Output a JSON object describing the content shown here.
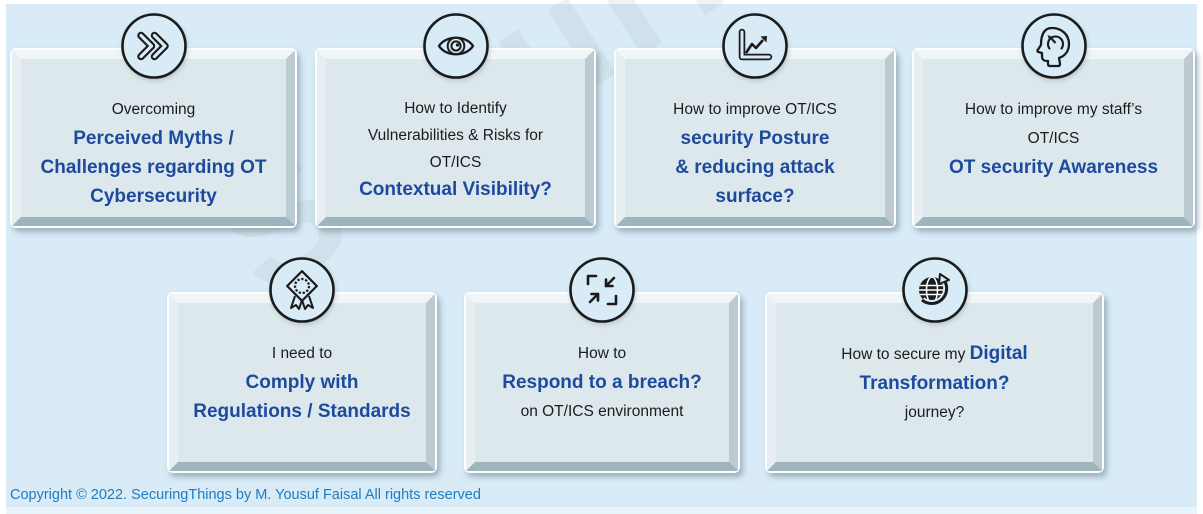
{
  "page": {
    "watermark": "SecuringThings",
    "copyright": "Copyright © 2022. SecuringThings by M. Yousuf Faisal All rights reserved"
  },
  "colors": {
    "background": "#d8ebf7",
    "card_face": "#dce8ec",
    "emphasis_text": "#1e4a9e",
    "body_text": "#1c1c1c",
    "copyright_text": "#1f7dbf"
  },
  "cards": [
    {
      "icon": "fast-forward-icon",
      "lines": [
        {
          "text": "Overcoming"
        },
        {
          "text": "Perceived Myths /"
        },
        {
          "text": "Challenges regarding OT"
        },
        {
          "text": "Cybersecurity"
        }
      ]
    },
    {
      "icon": "eye-icon",
      "lines": [
        {
          "text": "How to Identify"
        },
        {
          "text": "Vulnerabilities & Risks for"
        },
        {
          "text": "OT/ICS"
        },
        {
          "text": "Contextual Visibility?"
        }
      ]
    },
    {
      "icon": "growth-chart-icon",
      "lines": [
        {
          "text": "How to improve OT/ICS"
        },
        {
          "text": "security Posture"
        },
        {
          "text": "& reducing attack"
        },
        {
          "text": "surface?"
        }
      ]
    },
    {
      "icon": "awareness-head-icon",
      "lines": [
        {
          "text": "How to improve my staff’s"
        },
        {
          "text": "OT/ICS"
        },
        {
          "text": "OT security Awareness"
        }
      ]
    },
    {
      "icon": "certification-ribbon-icon",
      "lines": [
        {
          "text": "I need to"
        },
        {
          "text": "Comply with"
        },
        {
          "text": "Regulations / Standards"
        }
      ]
    },
    {
      "icon": "converge-arrows-icon",
      "lines": [
        {
          "text": "How to"
        },
        {
          "text": "Respond to a breach?"
        },
        {
          "text": "on OT/ICS environment"
        }
      ]
    },
    {
      "icon": "globe-transform-icon",
      "lines": [
        {
          "parts": [
            "How to secure my ",
            "Digital"
          ]
        },
        {
          "text": "Transformation?"
        },
        {
          "text": "journey?"
        }
      ]
    }
  ]
}
